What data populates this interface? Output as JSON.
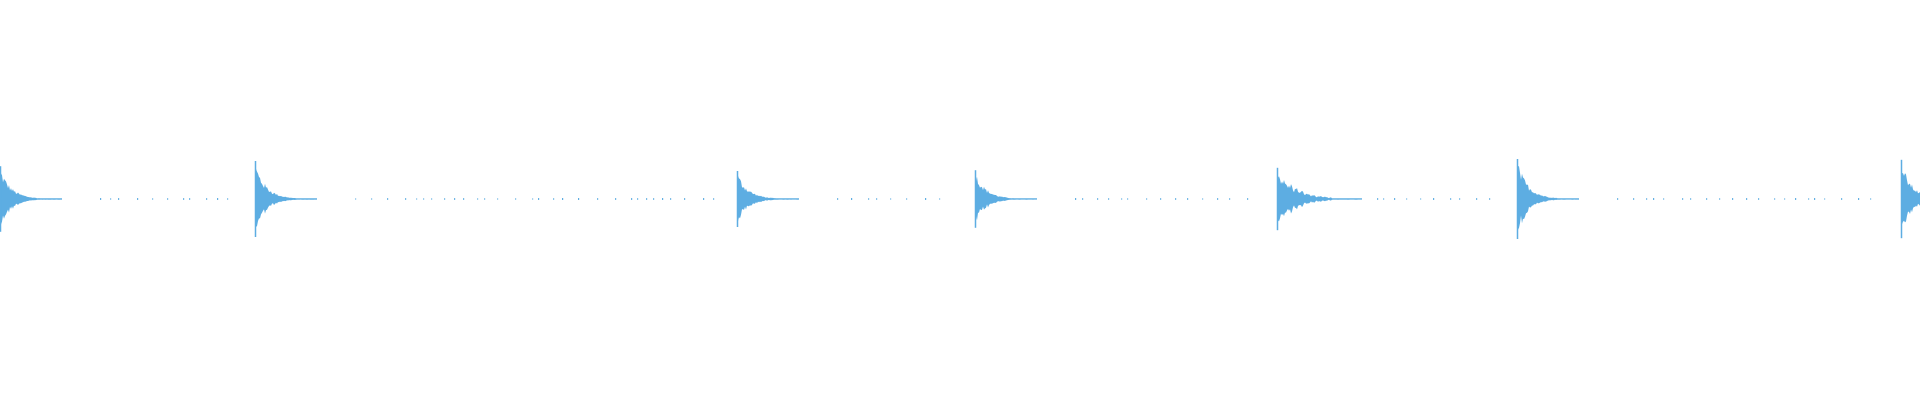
{
  "waveform": {
    "color": "#5dade2",
    "background": "#ffffff",
    "transients": [
      {
        "time": 0.0,
        "peak": 0.82,
        "decay": "fast"
      },
      {
        "time": 0.133,
        "peak": 0.95,
        "decay": "fast"
      },
      {
        "time": 0.384,
        "peak": 0.7,
        "decay": "fast"
      },
      {
        "time": 0.508,
        "peak": 0.72,
        "decay": "fast"
      },
      {
        "time": 0.665,
        "peak": 0.78,
        "decay": "medium",
        "ripple": true
      },
      {
        "time": 0.79,
        "peak": 1.0,
        "decay": "fast"
      },
      {
        "time": 0.99,
        "peak": 0.98,
        "decay": "fast"
      }
    ],
    "noise_dots": true
  }
}
